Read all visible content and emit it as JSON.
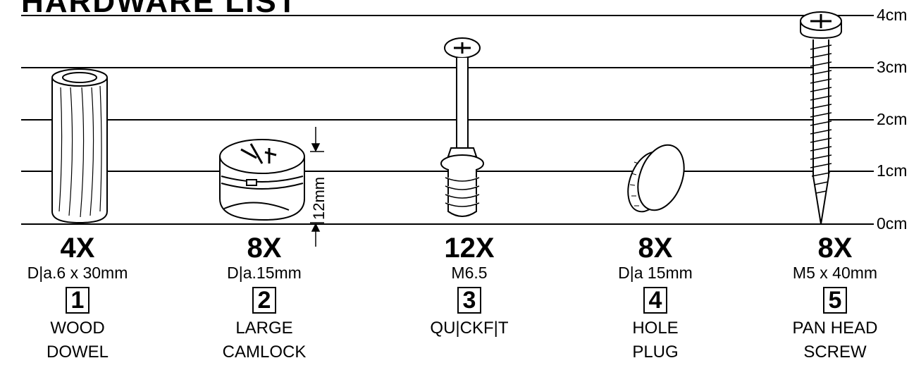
{
  "title": "HARDWARE LIST",
  "scale": {
    "labels": [
      "4cm",
      "3cm",
      "2cm",
      "1cm",
      "0cm"
    ]
  },
  "dimension_callout": "12mm",
  "items": [
    {
      "qty": "4X",
      "spec": "D|a.6 x 30mm",
      "number": "1",
      "name_lines": [
        "WOOD",
        "DOWEL"
      ],
      "icon": "wood-dowel-icon"
    },
    {
      "qty": "8X",
      "spec": "D|a.15mm",
      "number": "2",
      "name_lines": [
        "LARGE",
        "CAMLOCK"
      ],
      "icon": "camlock-icon"
    },
    {
      "qty": "12X",
      "spec": "M6.5",
      "number": "3",
      "name_lines": [
        "QU|CKF|T",
        ""
      ],
      "icon": "quickfit-bolt-icon"
    },
    {
      "qty": "8X",
      "spec": "D|a 15mm",
      "number": "4",
      "name_lines": [
        "HOLE",
        "PLUG"
      ],
      "icon": "hole-plug-icon"
    },
    {
      "qty": "8X",
      "spec": "M5 x 40mm",
      "number": "5",
      "name_lines": [
        "PAN HEAD",
        "SCREW"
      ],
      "icon": "pan-head-screw-icon"
    }
  ]
}
